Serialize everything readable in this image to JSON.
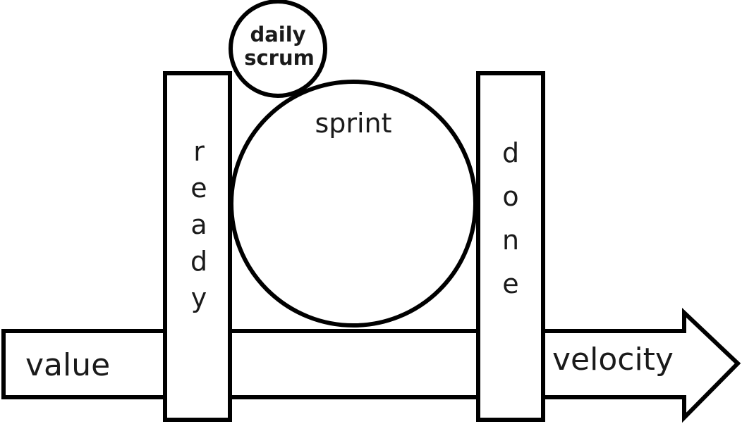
{
  "diagram": {
    "arrow": {
      "left_label": "value",
      "right_label": "velocity"
    },
    "ready_bar": {
      "letters": [
        "r",
        "e",
        "a",
        "d",
        "y"
      ]
    },
    "done_bar": {
      "letters": [
        "d",
        "o",
        "n",
        "e"
      ]
    },
    "sprint_circle": {
      "label": "sprint"
    },
    "daily_scrum_circle": {
      "line1": "daily",
      "line2": "scrum"
    },
    "colors": {
      "stroke": "#000000",
      "fill": "#ffffff",
      "text": "#1a1a1a"
    }
  }
}
